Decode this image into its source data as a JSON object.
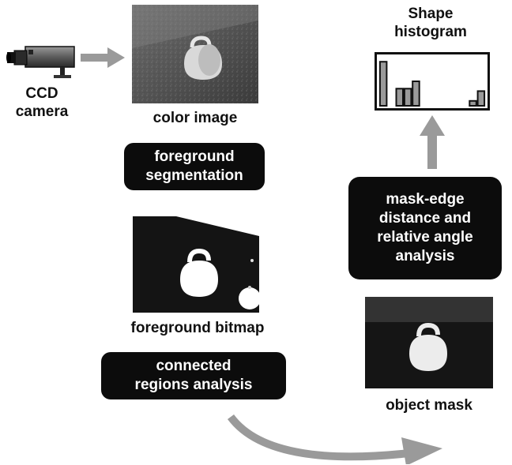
{
  "camera": {
    "label_line1": "CCD",
    "label_line2": "camera"
  },
  "color_image": {
    "caption": "color image"
  },
  "step_foreground_segmentation": {
    "line1": "foreground",
    "line2": "segmentation"
  },
  "foreground_bitmap": {
    "caption": "foreground bitmap"
  },
  "step_connected_regions": {
    "line1": "connected",
    "line2": "regions analysis"
  },
  "object_mask": {
    "caption": "object mask"
  },
  "step_mask_edge": {
    "line1": "mask-edge",
    "line2": "distance and",
    "line3": "relative angle",
    "line4": "analysis"
  },
  "histogram": {
    "title_line1": "Shape",
    "title_line2": "histogram",
    "bars": [
      0.9,
      0,
      0.35,
      0.35,
      0.5,
      0,
      0,
      0,
      0,
      0,
      0,
      0.1,
      0.3
    ]
  },
  "colors": {
    "arrow": "#9a9a9a",
    "pill": "#0c0c0c",
    "bar_fill": "#9a9a9a"
  }
}
